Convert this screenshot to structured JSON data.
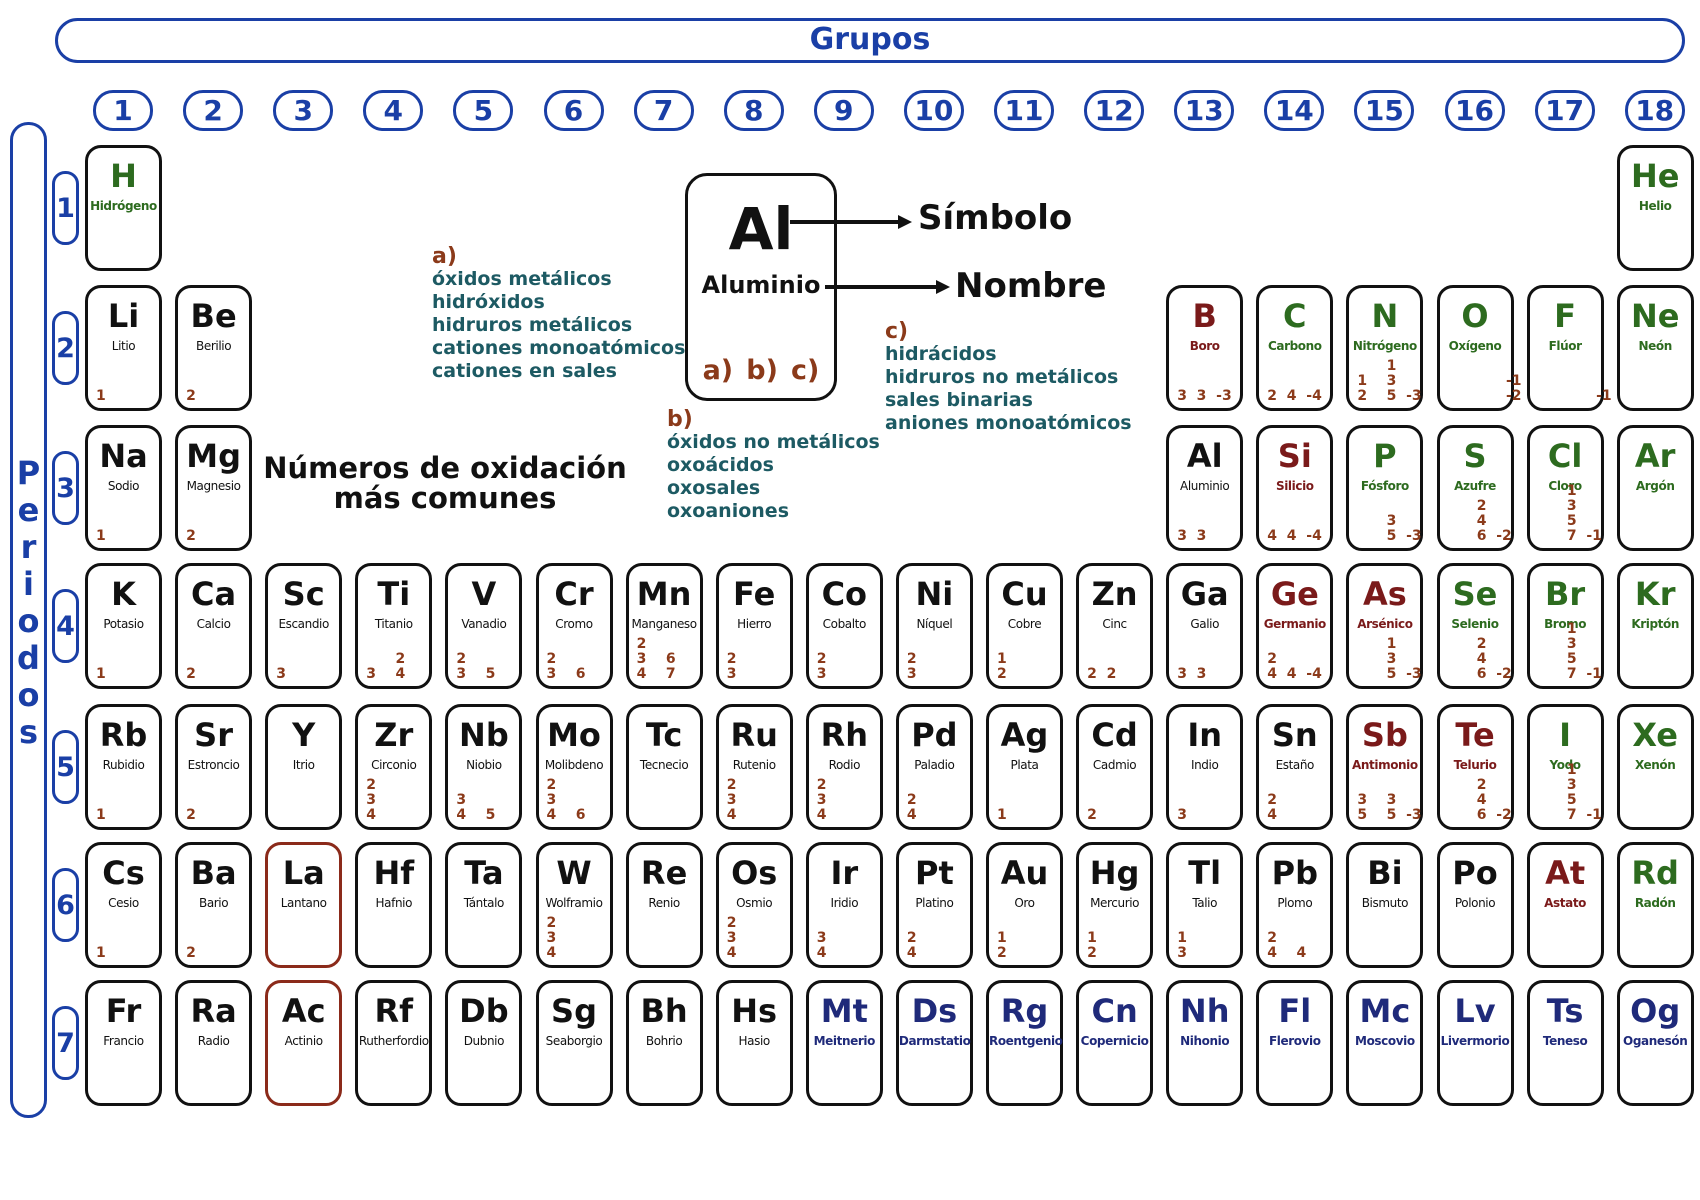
{
  "header": {
    "grupos": "Grupos",
    "periodos": "Periodos"
  },
  "groups": [
    "1",
    "2",
    "3",
    "4",
    "5",
    "6",
    "7",
    "8",
    "9",
    "10",
    "11",
    "12",
    "13",
    "14",
    "15",
    "16",
    "17",
    "18"
  ],
  "periods": [
    "1",
    "2",
    "3",
    "4",
    "5",
    "6",
    "7"
  ],
  "heading": {
    "line1": "Números de oxidación",
    "line2": "más comunes"
  },
  "legend": {
    "symbol": "Al",
    "name": "Aluminio",
    "a": "a)",
    "b": "b)",
    "c": "c)",
    "simbolo_label": "Símbolo",
    "nombre_label": "Nombre"
  },
  "annotations": {
    "a": {
      "head": "a)",
      "lines": [
        "óxidos metálicos",
        "hidróxidos",
        "hidruros metálicos",
        "cationes monoatómicos",
        "cationes en sales"
      ]
    },
    "b": {
      "head": "b)",
      "lines": [
        "óxidos no metálicos",
        "oxoácidos",
        "oxosales",
        "oxoaniones"
      ]
    },
    "c": {
      "head": "c)",
      "lines": [
        "hidrácidos",
        "hidruros no metálicos",
        "sales binarias",
        "aniones monoatómicos"
      ]
    }
  },
  "colors": {
    "frame": "#1a3fa6",
    "oxidation": "#8b3a1a",
    "annotation": "#1d5a63",
    "black": "#111111",
    "green": "#2d6b1f",
    "maroon": "#7a1a1a",
    "navy": "#1f2a7a"
  },
  "elements": [
    {
      "s": "H",
      "n": "Hidrógeno",
      "p": 1,
      "g": 1,
      "c": "green",
      "ox": ""
    },
    {
      "s": "He",
      "n": "Helio",
      "p": 1,
      "g": 18,
      "c": "green",
      "ox": ""
    },
    {
      "s": "Li",
      "n": "Litio",
      "p": 2,
      "g": 1,
      "c": "black",
      "ox": "1"
    },
    {
      "s": "Be",
      "n": "Berilio",
      "p": 2,
      "g": 2,
      "c": "black",
      "ox": "2"
    },
    {
      "s": "B",
      "n": "Boro",
      "p": 2,
      "g": 13,
      "c": "maroon",
      "ox": "3  3  -3"
    },
    {
      "s": "C",
      "n": "Carbono",
      "p": 2,
      "g": 14,
      "c": "green",
      "ox": "2  4  -4"
    },
    {
      "s": "N",
      "n": "Nitrógeno",
      "p": 2,
      "g": 15,
      "c": "green",
      "ox": "      1\n1    3\n2    5  -3"
    },
    {
      "s": "O",
      "n": "Oxígeno",
      "p": 2,
      "g": 16,
      "c": "green",
      "ox": "            -1\n            -2"
    },
    {
      "s": "F",
      "n": "Flúor",
      "p": 2,
      "g": 17,
      "c": "green",
      "ox": "            -1"
    },
    {
      "s": "Ne",
      "n": "Neón",
      "p": 2,
      "g": 18,
      "c": "green",
      "ox": ""
    },
    {
      "s": "Na",
      "n": "Sodio",
      "p": 3,
      "g": 1,
      "c": "black",
      "ox": "1"
    },
    {
      "s": "Mg",
      "n": "Magnesio",
      "p": 3,
      "g": 2,
      "c": "black",
      "ox": "2"
    },
    {
      "s": "Al",
      "n": "Aluminio",
      "p": 3,
      "g": 13,
      "c": "black",
      "ox": "3  3"
    },
    {
      "s": "Si",
      "n": "Silicio",
      "p": 3,
      "g": 14,
      "c": "maroon",
      "ox": "4  4  -4"
    },
    {
      "s": "P",
      "n": "Fósforo",
      "p": 3,
      "g": 15,
      "c": "green",
      "ox": "      3\n      5  -3"
    },
    {
      "s": "S",
      "n": "Azufre",
      "p": 3,
      "g": 16,
      "c": "green",
      "ox": "      2\n      4\n      6  -2"
    },
    {
      "s": "Cl",
      "n": "Cloro",
      "p": 3,
      "g": 17,
      "c": "green",
      "ox": "      1\n      3\n      5\n      7  -1"
    },
    {
      "s": "Ar",
      "n": "Argón",
      "p": 3,
      "g": 18,
      "c": "green",
      "ox": ""
    },
    {
      "s": "K",
      "n": "Potasio",
      "p": 4,
      "g": 1,
      "c": "black",
      "ox": "1"
    },
    {
      "s": "Ca",
      "n": "Calcio",
      "p": 4,
      "g": 2,
      "c": "black",
      "ox": "2"
    },
    {
      "s": "Sc",
      "n": "Escandio",
      "p": 4,
      "g": 3,
      "c": "black",
      "ox": "3"
    },
    {
      "s": "Ti",
      "n": "Titanio",
      "p": 4,
      "g": 4,
      "c": "black",
      "ox": "      2\n3    4"
    },
    {
      "s": "V",
      "n": "Vanadio",
      "p": 4,
      "g": 5,
      "c": "black",
      "ox": "2\n3    5"
    },
    {
      "s": "Cr",
      "n": "Cromo",
      "p": 4,
      "g": 6,
      "c": "black",
      "ox": "2\n3    6"
    },
    {
      "s": "Mn",
      "n": "Manganeso",
      "p": 4,
      "g": 7,
      "c": "black",
      "ox": "2\n3    6\n4    7"
    },
    {
      "s": "Fe",
      "n": "Hierro",
      "p": 4,
      "g": 8,
      "c": "black",
      "ox": "2\n3"
    },
    {
      "s": "Co",
      "n": "Cobalto",
      "p": 4,
      "g": 9,
      "c": "black",
      "ox": "2\n3"
    },
    {
      "s": "Ni",
      "n": "Níquel",
      "p": 4,
      "g": 10,
      "c": "black",
      "ox": "2\n3"
    },
    {
      "s": "Cu",
      "n": "Cobre",
      "p": 4,
      "g": 11,
      "c": "black",
      "ox": "1\n2"
    },
    {
      "s": "Zn",
      "n": "Cinc",
      "p": 4,
      "g": 12,
      "c": "black",
      "ox": "2  2"
    },
    {
      "s": "Ga",
      "n": "Galio",
      "p": 4,
      "g": 13,
      "c": "black",
      "ox": "3  3"
    },
    {
      "s": "Ge",
      "n": "Germanio",
      "p": 4,
      "g": 14,
      "c": "maroon",
      "ox": "2\n4  4  -4"
    },
    {
      "s": "As",
      "n": "Arsénico",
      "p": 4,
      "g": 15,
      "c": "maroon",
      "ox": "      1\n      3\n      5  -3"
    },
    {
      "s": "Se",
      "n": "Selenio",
      "p": 4,
      "g": 16,
      "c": "green",
      "ox": "      2\n      4\n      6  -2"
    },
    {
      "s": "Br",
      "n": "Bromo",
      "p": 4,
      "g": 17,
      "c": "green",
      "ox": "      1\n      3\n      5\n      7  -1"
    },
    {
      "s": "Kr",
      "n": "Kriptón",
      "p": 4,
      "g": 18,
      "c": "green",
      "ox": ""
    },
    {
      "s": "Rb",
      "n": "Rubidio",
      "p": 5,
      "g": 1,
      "c": "black",
      "ox": "1"
    },
    {
      "s": "Sr",
      "n": "Estroncio",
      "p": 5,
      "g": 2,
      "c": "black",
      "ox": "2"
    },
    {
      "s": "Y",
      "n": "Itrio",
      "p": 5,
      "g": 3,
      "c": "black",
      "ox": ""
    },
    {
      "s": "Zr",
      "n": "Circonio",
      "p": 5,
      "g": 4,
      "c": "black",
      "ox": "2\n3\n4"
    },
    {
      "s": "Nb",
      "n": "Niobio",
      "p": 5,
      "g": 5,
      "c": "black",
      "ox": "3\n4    5"
    },
    {
      "s": "Mo",
      "n": "Molibdeno",
      "p": 5,
      "g": 6,
      "c": "black",
      "ox": "2\n3\n4    6"
    },
    {
      "s": "Tc",
      "n": "Tecnecio",
      "p": 5,
      "g": 7,
      "c": "black",
      "ox": ""
    },
    {
      "s": "Ru",
      "n": "Rutenio",
      "p": 5,
      "g": 8,
      "c": "black",
      "ox": "2\n3\n4"
    },
    {
      "s": "Rh",
      "n": "Rodio",
      "p": 5,
      "g": 9,
      "c": "black",
      "ox": "2\n3\n4"
    },
    {
      "s": "Pd",
      "n": "Paladio",
      "p": 5,
      "g": 10,
      "c": "black",
      "ox": "2\n4"
    },
    {
      "s": "Ag",
      "n": "Plata",
      "p": 5,
      "g": 11,
      "c": "black",
      "ox": "1"
    },
    {
      "s": "Cd",
      "n": "Cadmio",
      "p": 5,
      "g": 12,
      "c": "black",
      "ox": "2"
    },
    {
      "s": "In",
      "n": "Indio",
      "p": 5,
      "g": 13,
      "c": "black",
      "ox": "3"
    },
    {
      "s": "Sn",
      "n": "Estaño",
      "p": 5,
      "g": 14,
      "c": "black",
      "ox": "2\n4"
    },
    {
      "s": "Sb",
      "n": "Antimonio",
      "p": 5,
      "g": 15,
      "c": "maroon",
      "ox": "3    3\n5    5  -3"
    },
    {
      "s": "Te",
      "n": "Telurio",
      "p": 5,
      "g": 16,
      "c": "maroon",
      "ox": "      2\n      4\n      6  -2"
    },
    {
      "s": "I",
      "n": "Yodo",
      "p": 5,
      "g": 17,
      "c": "green",
      "ox": "      1\n      3\n      5\n      7  -1"
    },
    {
      "s": "Xe",
      "n": "Xenón",
      "p": 5,
      "g": 18,
      "c": "green",
      "ox": ""
    },
    {
      "s": "Cs",
      "n": "Cesio",
      "p": 6,
      "g": 1,
      "c": "black",
      "ox": "1"
    },
    {
      "s": "Ba",
      "n": "Bario",
      "p": 6,
      "g": 2,
      "c": "black",
      "ox": "2"
    },
    {
      "s": "La",
      "n": "Lantano",
      "p": 6,
      "g": 3,
      "c": "black",
      "ox": "",
      "lanth": true
    },
    {
      "s": "Hf",
      "n": "Hafnio",
      "p": 6,
      "g": 4,
      "c": "black",
      "ox": ""
    },
    {
      "s": "Ta",
      "n": "Tántalo",
      "p": 6,
      "g": 5,
      "c": "black",
      "ox": ""
    },
    {
      "s": "W",
      "n": "Wolframio",
      "p": 6,
      "g": 6,
      "c": "black",
      "ox": "2\n3\n4"
    },
    {
      "s": "Re",
      "n": "Renio",
      "p": 6,
      "g": 7,
      "c": "black",
      "ox": ""
    },
    {
      "s": "Os",
      "n": "Osmio",
      "p": 6,
      "g": 8,
      "c": "black",
      "ox": "2\n3\n4"
    },
    {
      "s": "Ir",
      "n": "Iridio",
      "p": 6,
      "g": 9,
      "c": "black",
      "ox": "3\n4"
    },
    {
      "s": "Pt",
      "n": "Platino",
      "p": 6,
      "g": 10,
      "c": "black",
      "ox": "2\n4"
    },
    {
      "s": "Au",
      "n": "Oro",
      "p": 6,
      "g": 11,
      "c": "black",
      "ox": "1\n2"
    },
    {
      "s": "Hg",
      "n": "Mercurio",
      "p": 6,
      "g": 12,
      "c": "black",
      "ox": "1\n2"
    },
    {
      "s": "Tl",
      "n": "Talio",
      "p": 6,
      "g": 13,
      "c": "black",
      "ox": "1\n3"
    },
    {
      "s": "Pb",
      "n": "Plomo",
      "p": 6,
      "g": 14,
      "c": "black",
      "ox": "2\n4    4"
    },
    {
      "s": "Bi",
      "n": "Bismuto",
      "p": 6,
      "g": 15,
      "c": "black",
      "ox": ""
    },
    {
      "s": "Po",
      "n": "Polonio",
      "p": 6,
      "g": 16,
      "c": "black",
      "ox": ""
    },
    {
      "s": "At",
      "n": "Astato",
      "p": 6,
      "g": 17,
      "c": "maroon",
      "ox": ""
    },
    {
      "s": "Rd",
      "n": "Radón",
      "p": 6,
      "g": 18,
      "c": "green",
      "ox": ""
    },
    {
      "s": "Fr",
      "n": "Francio",
      "p": 7,
      "g": 1,
      "c": "black",
      "ox": ""
    },
    {
      "s": "Ra",
      "n": "Radio",
      "p": 7,
      "g": 2,
      "c": "black",
      "ox": ""
    },
    {
      "s": "Ac",
      "n": "Actinio",
      "p": 7,
      "g": 3,
      "c": "black",
      "ox": "",
      "lanth": true
    },
    {
      "s": "Rf",
      "n": "Rutherfordio",
      "p": 7,
      "g": 4,
      "c": "black",
      "ox": ""
    },
    {
      "s": "Db",
      "n": "Dubnio",
      "p": 7,
      "g": 5,
      "c": "black",
      "ox": ""
    },
    {
      "s": "Sg",
      "n": "Seaborgio",
      "p": 7,
      "g": 6,
      "c": "black",
      "ox": ""
    },
    {
      "s": "Bh",
      "n": "Bohrio",
      "p": 7,
      "g": 7,
      "c": "black",
      "ox": ""
    },
    {
      "s": "Hs",
      "n": "Hasio",
      "p": 7,
      "g": 8,
      "c": "black",
      "ox": ""
    },
    {
      "s": "Mt",
      "n": "Meitnerio",
      "p": 7,
      "g": 9,
      "c": "navy",
      "ox": ""
    },
    {
      "s": "Ds",
      "n": "Darmstatio",
      "p": 7,
      "g": 10,
      "c": "navy",
      "ox": ""
    },
    {
      "s": "Rg",
      "n": "Roentgenio",
      "p": 7,
      "g": 11,
      "c": "navy",
      "ox": ""
    },
    {
      "s": "Cn",
      "n": "Copernicio",
      "p": 7,
      "g": 12,
      "c": "navy",
      "ox": ""
    },
    {
      "s": "Nh",
      "n": "Nihonio",
      "p": 7,
      "g": 13,
      "c": "navy",
      "ox": ""
    },
    {
      "s": "Fl",
      "n": "Flerovio",
      "p": 7,
      "g": 14,
      "c": "navy",
      "ox": ""
    },
    {
      "s": "Mc",
      "n": "Moscovio",
      "p": 7,
      "g": 15,
      "c": "navy",
      "ox": ""
    },
    {
      "s": "Lv",
      "n": "Livermorio",
      "p": 7,
      "g": 16,
      "c": "navy",
      "ox": ""
    },
    {
      "s": "Ts",
      "n": "Teneso",
      "p": 7,
      "g": 17,
      "c": "navy",
      "ox": ""
    },
    {
      "s": "Og",
      "n": "Oganesón",
      "p": 7,
      "g": 18,
      "c": "navy",
      "ox": ""
    }
  ]
}
